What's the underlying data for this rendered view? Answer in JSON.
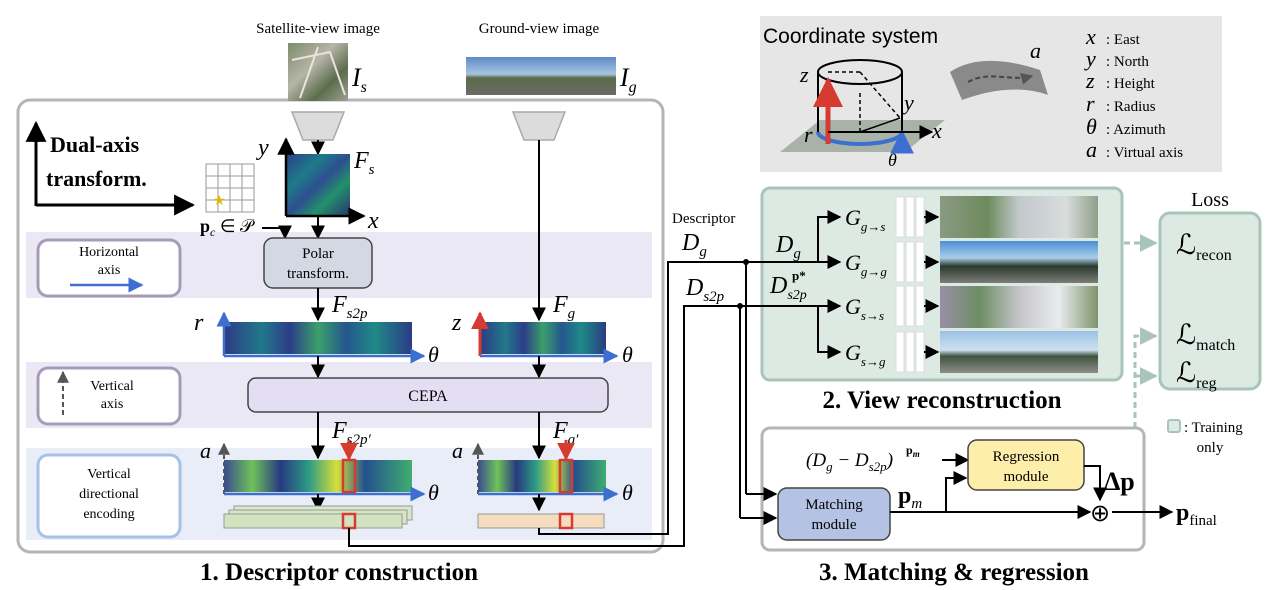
{
  "sections": {
    "descriptor": "1. Descriptor construction",
    "view": "2. View reconstruction",
    "matching": "3. Matching & regression"
  },
  "inputs": {
    "satellite_caption": "Satellite-view image",
    "satellite_symbol": "I",
    "satellite_sub": "s",
    "ground_caption": "Ground-view image",
    "ground_symbol": "I",
    "ground_sub": "g"
  },
  "dual_axis": {
    "line1": "Dual-axis",
    "line2": "transform."
  },
  "features": {
    "fs": "F",
    "fs_sub": "s",
    "fs2p": "F",
    "fs2p_sub": "s2p",
    "fg": "F",
    "fg_sub": "g",
    "fs2pp": "F",
    "fs2pp_sub": "s2p′",
    "fgp": "F",
    "fgp_sub": "g′"
  },
  "axes": {
    "x": "x",
    "y": "y",
    "r": "r",
    "z": "z",
    "theta": "θ",
    "a": "a"
  },
  "pc_label": "p",
  "pc_sub": "c",
  "pc_rest": " ∈ 𝒫",
  "modules": {
    "polar_line1": "Polar",
    "polar_line2": "transform.",
    "cepa": "CEPA",
    "matching_line1": "Matching",
    "matching_line2": "module",
    "regression_line1": "Regression",
    "regression_line2": "module"
  },
  "side_labels": {
    "horizontal_line1": "Horizontal",
    "horizontal_line2": "axis",
    "vertical_line1": "Vertical",
    "vertical_line2": "axis",
    "vde_line1": "Vertical",
    "vde_line2": "directional",
    "vde_line3": "encoding"
  },
  "descriptors": {
    "descriptor_word": "Descriptor",
    "dg": "D",
    "dg_sub": "g",
    "ds2p": "D",
    "ds2p_sub": "s2p",
    "dg_right": "D",
    "dg_right_sub": "g",
    "dstar": "D",
    "dstar_sub": "s2p",
    "dstar_sup": "p*"
  },
  "generators": [
    {
      "g": "G",
      "sub": "g→s"
    },
    {
      "g": "G",
      "sub": "g→g"
    },
    {
      "g": "G",
      "sub": "s→s"
    },
    {
      "g": "G",
      "sub": "s→g"
    }
  ],
  "coordinate": {
    "title": "Coordinate system",
    "legend": [
      {
        "sym": "x",
        "desc": ": East"
      },
      {
        "sym": "y",
        "desc": ": North"
      },
      {
        "sym": "z",
        "desc": ": Height"
      },
      {
        "sym": "r",
        "desc": ": Radius"
      },
      {
        "sym": "θ",
        "desc": ": Azimuth"
      },
      {
        "sym": "a",
        "desc": ": Virtual axis"
      }
    ]
  },
  "loss": {
    "title": "Loss",
    "recon": "ℒ",
    "recon_sub": "recon",
    "match": "ℒ",
    "match_sub": "match",
    "reg": "ℒ",
    "reg_sub": "reg"
  },
  "training_only": {
    "line1": ": Training",
    "line2": "only"
  },
  "regression_input": {
    "open": "(",
    "dg": "D",
    "dg_sub": "g",
    "minus": " − ",
    "d": "D",
    "d_sub": "s2p",
    "d_sup": "p",
    "d_sup_sub": "m",
    "close": ")"
  },
  "outputs": {
    "pm": "p",
    "pm_sub": "m",
    "delta": "Δp",
    "final": "p",
    "final_sub": "final",
    "oplus": "⊕"
  },
  "colors": {
    "panel_border": "#b5b5b5",
    "band_purple": "#ebe8f5",
    "band_blue": "#e8edf7",
    "view_panel": "#dde9e3",
    "view_border": "#a9c5b9",
    "polar_fill": "#d4d8e2",
    "cepa_fill": "#e3def2",
    "matching_fill": "#b4c3e4",
    "regression_fill": "#fdeeaa",
    "red": "#d63b32",
    "blue": "#3d6fd1"
  }
}
